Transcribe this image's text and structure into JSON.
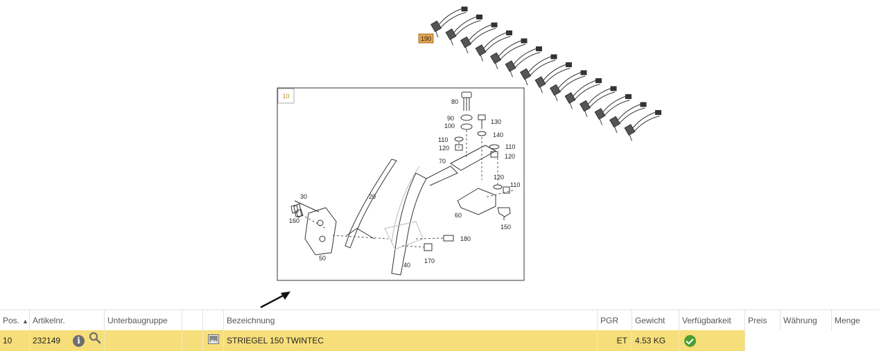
{
  "drawing": {
    "callout_main": "10",
    "callout_tines": "190",
    "part_labels": [
      "80",
      "90",
      "100",
      "130",
      "140",
      "110",
      "120",
      "110",
      "120",
      "70",
      "20",
      "30",
      "160",
      "50",
      "40",
      "120",
      "110",
      "60",
      "150",
      "180",
      "170"
    ]
  },
  "table": {
    "columns": {
      "pos": "Pos.",
      "artikelnr": "Artikelnr.",
      "unterbaugruppe": "Unterbaugruppe",
      "bezeichnung": "Bezeichnung",
      "pgr": "PGR",
      "gewicht": "Gewicht",
      "verfuegbarkeit": "Verfügbarkeit",
      "preis": "Preis",
      "waehrung": "Währung",
      "menge": "Menge"
    },
    "rows": [
      {
        "pos": "10",
        "artikelnr": "232149",
        "unterbaugruppe": "",
        "bezeichnung": "STRIEGEL 150 TWINTEC",
        "pgr": "ET",
        "gewicht": "4.53 KG",
        "verfuegbarkeit": "available",
        "preis": "",
        "waehrung": "",
        "menge": ""
      }
    ]
  },
  "colors": {
    "row_highlight": "#f6df7a",
    "callout_orange": "#e8a34a",
    "available_green": "#4a9e2f"
  }
}
